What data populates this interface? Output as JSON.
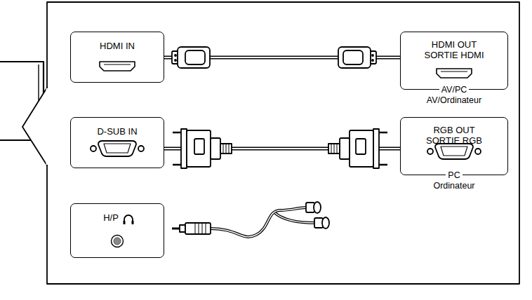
{
  "diagram": {
    "nodes": [
      {
        "text": [
          "HDMI IN"
        ]
      },
      {
        "text": [
          "HDMI OUT",
          "SORTIE HDMI",
          "AV/PC",
          "AV/Ordinateur"
        ]
      },
      {
        "text": [
          "D-SUB IN"
        ]
      },
      {
        "text": [
          "RGB OUT",
          "SORTIE RGB",
          "PC",
          "Ordinateur"
        ]
      },
      {
        "text": [
          "H/P"
        ]
      }
    ],
    "edges": [
      {
        "from": 0,
        "to": 1,
        "arrow": "none"
      },
      {
        "from": 2,
        "to": 3,
        "arrow": "none"
      }
    ]
  }
}
